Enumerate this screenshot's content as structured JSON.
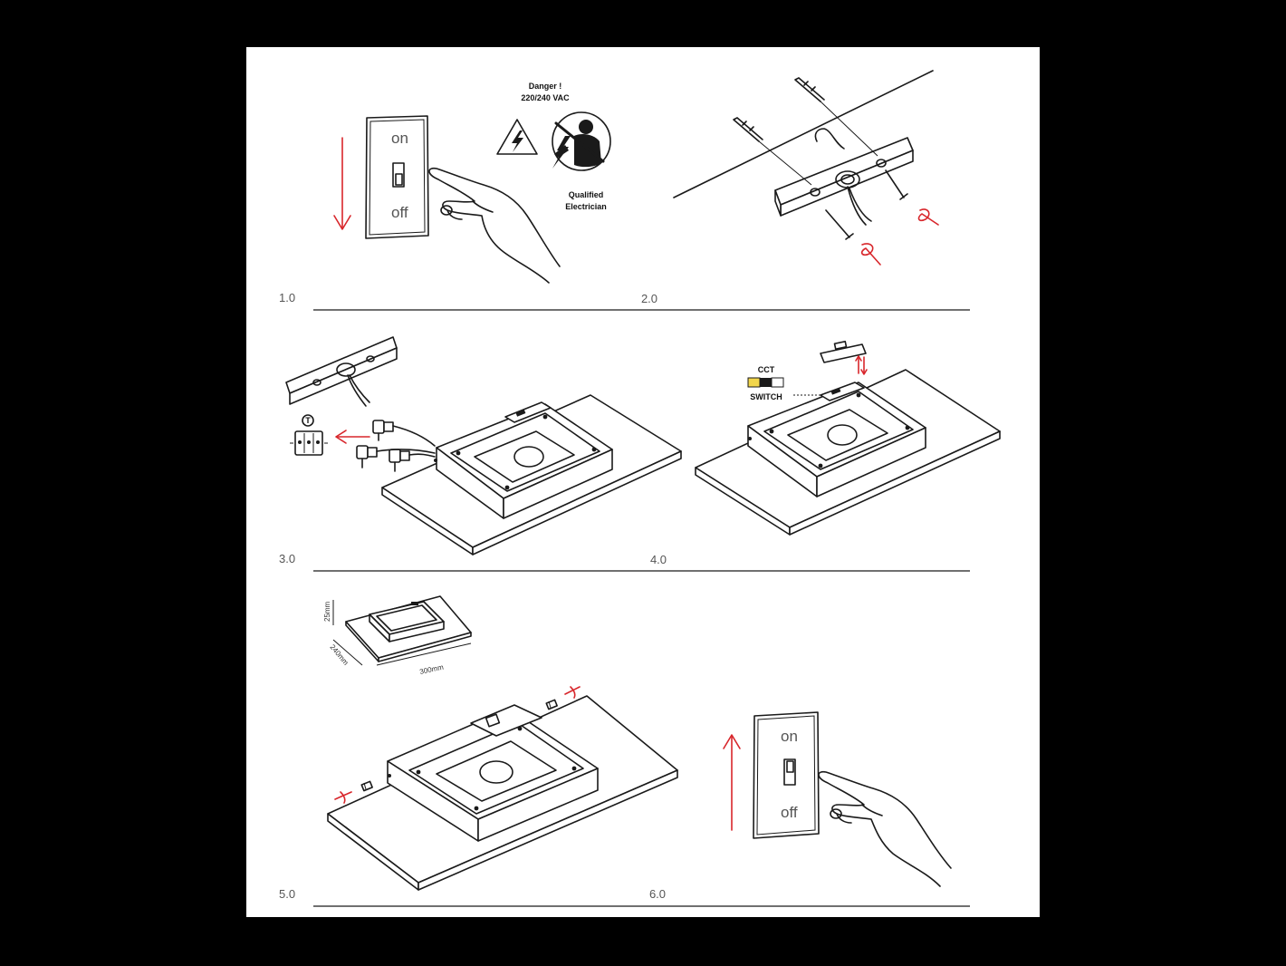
{
  "steps": {
    "s1": "1.0",
    "s2": "2.0",
    "s3": "3.0",
    "s4": "4.0",
    "s5": "5.0",
    "s6": "6.0"
  },
  "switch_labels": {
    "on": "on",
    "off": "off"
  },
  "warning": {
    "line1": "Danger !",
    "line2": "220/240 VAC",
    "qualified_1": "Qualified",
    "qualified_2": "Electrician"
  },
  "cct": {
    "top": "CCT",
    "bottom": "SWITCH"
  },
  "terminal_block_label": "T",
  "dimensions": {
    "height": "25mm",
    "depth": "240mm",
    "width": "300mm"
  },
  "colors": {
    "ink": "#1a1a1a",
    "accent": "#d8262b",
    "cct_warm": "#f2d64b"
  }
}
